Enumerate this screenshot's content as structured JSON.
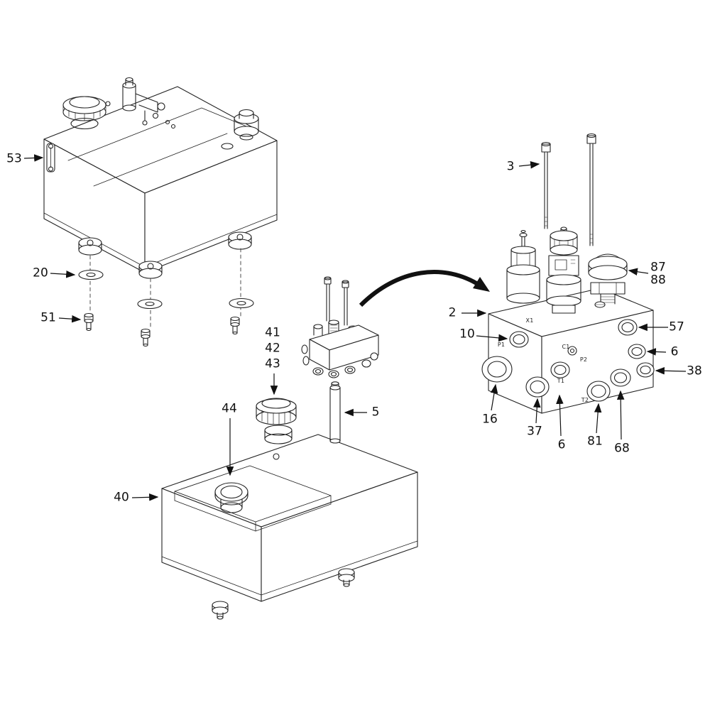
{
  "figure": {
    "type": "exploded-parts-diagram",
    "background_color": "#ffffff",
    "line_color": "#222222",
    "arrow_color": "#111111"
  },
  "callouts": [
    {
      "part": "53"
    },
    {
      "part": "20"
    },
    {
      "part": "51"
    },
    {
      "part": "41"
    },
    {
      "part": "42"
    },
    {
      "part": "43"
    },
    {
      "part": "44"
    },
    {
      "part": "5"
    },
    {
      "part": "40"
    },
    {
      "part": "3"
    },
    {
      "part": "87"
    },
    {
      "part": "88"
    },
    {
      "part": "2"
    },
    {
      "part": "10"
    },
    {
      "part": "57"
    },
    {
      "part": "6"
    },
    {
      "part": "38"
    },
    {
      "part": "16"
    },
    {
      "part": "37"
    },
    {
      "part": "6"
    },
    {
      "part": "81"
    },
    {
      "part": "68"
    }
  ],
  "port_labels": [
    {
      "text": "X1"
    },
    {
      "text": "P1"
    },
    {
      "text": "C1"
    },
    {
      "text": "P2"
    },
    {
      "text": "T1"
    },
    {
      "text": "T2"
    }
  ]
}
